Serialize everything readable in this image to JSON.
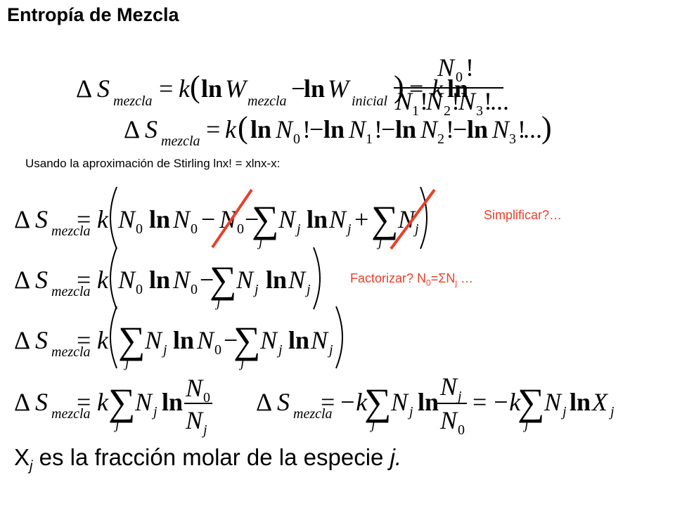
{
  "slide": {
    "title": "Entropía de Mezcla",
    "stirling_note": "Usando la aproximación de Stirling lnx! = xlnx-x:",
    "simplify_note": "Simplificar?…",
    "factor_note": {
      "prefix": "Factorizar? N",
      "sub0": "0",
      "eq": "=ΣN",
      "subj": "j",
      "suffix": " …"
    },
    "footer": {
      "var": "X",
      "sub": "j",
      "text": " es la fracción molar de la especie ",
      "tail": "j."
    }
  },
  "equations": {
    "eq1": {
      "lhs": "ΔS",
      "lhs_sub": "mezcla",
      "middle": "= k(ln W",
      "w1_sub": "mezcla",
      "minus": "− ln W",
      "w2_sub": "inicial",
      "close": ") = k ln",
      "num": "N₀!",
      "den": "N₁!N₂!N₃!..."
    },
    "eq2": {
      "lhs": "ΔS",
      "lhs_sub": "mezcla",
      "body": "= k(ln N₀!− ln N₁!− ln N₂!− ln N₃!...)"
    },
    "eq3": {
      "lhs": "ΔS",
      "lhs_sub": "mezcla",
      "body": "= k( N₀ ln N₀ − N₀ − Σ N j ln N j + Σ N j )"
    },
    "eq4": {
      "lhs": "ΔS",
      "lhs_sub": "mezcla",
      "body": "= k( N₀ ln N₀ − Σ N j ln N j )"
    },
    "eq5": {
      "lhs": "ΔS",
      "lhs_sub": "mezcla",
      "body": "= k( Σ N j ln N₀ − Σ N j ln N j )"
    },
    "eq6": {
      "lhs": "ΔS",
      "lhs_sub": "mezcla",
      "body": "= k Σ N j ln N₀/N j"
    },
    "eq7": {
      "lhs": "ΔS",
      "lhs_sub": "mezcla",
      "body": "= −k Σ N j ln N j/N₀ = −k Σ N j ln X j"
    }
  },
  "symbols": {
    "delta": "Δ",
    "S": "S",
    "mezcla": "mezcla",
    "inicial": "inicial",
    "k": "k",
    "ln": "ln",
    "W": "W",
    "N": "N",
    "X": "X",
    "sum": "∑",
    "j": "j",
    "zero": "0",
    "one": "1",
    "two": "2",
    "three": "3",
    "eq": "=",
    "minus": "−",
    "plus": "+",
    "neg_k": "−k",
    "bang": "!",
    "dots": "...",
    "lparen": "(",
    "rparen": ")"
  },
  "colors": {
    "accent": "#e8402a",
    "strike": "#e8402a",
    "text": "#000000"
  }
}
